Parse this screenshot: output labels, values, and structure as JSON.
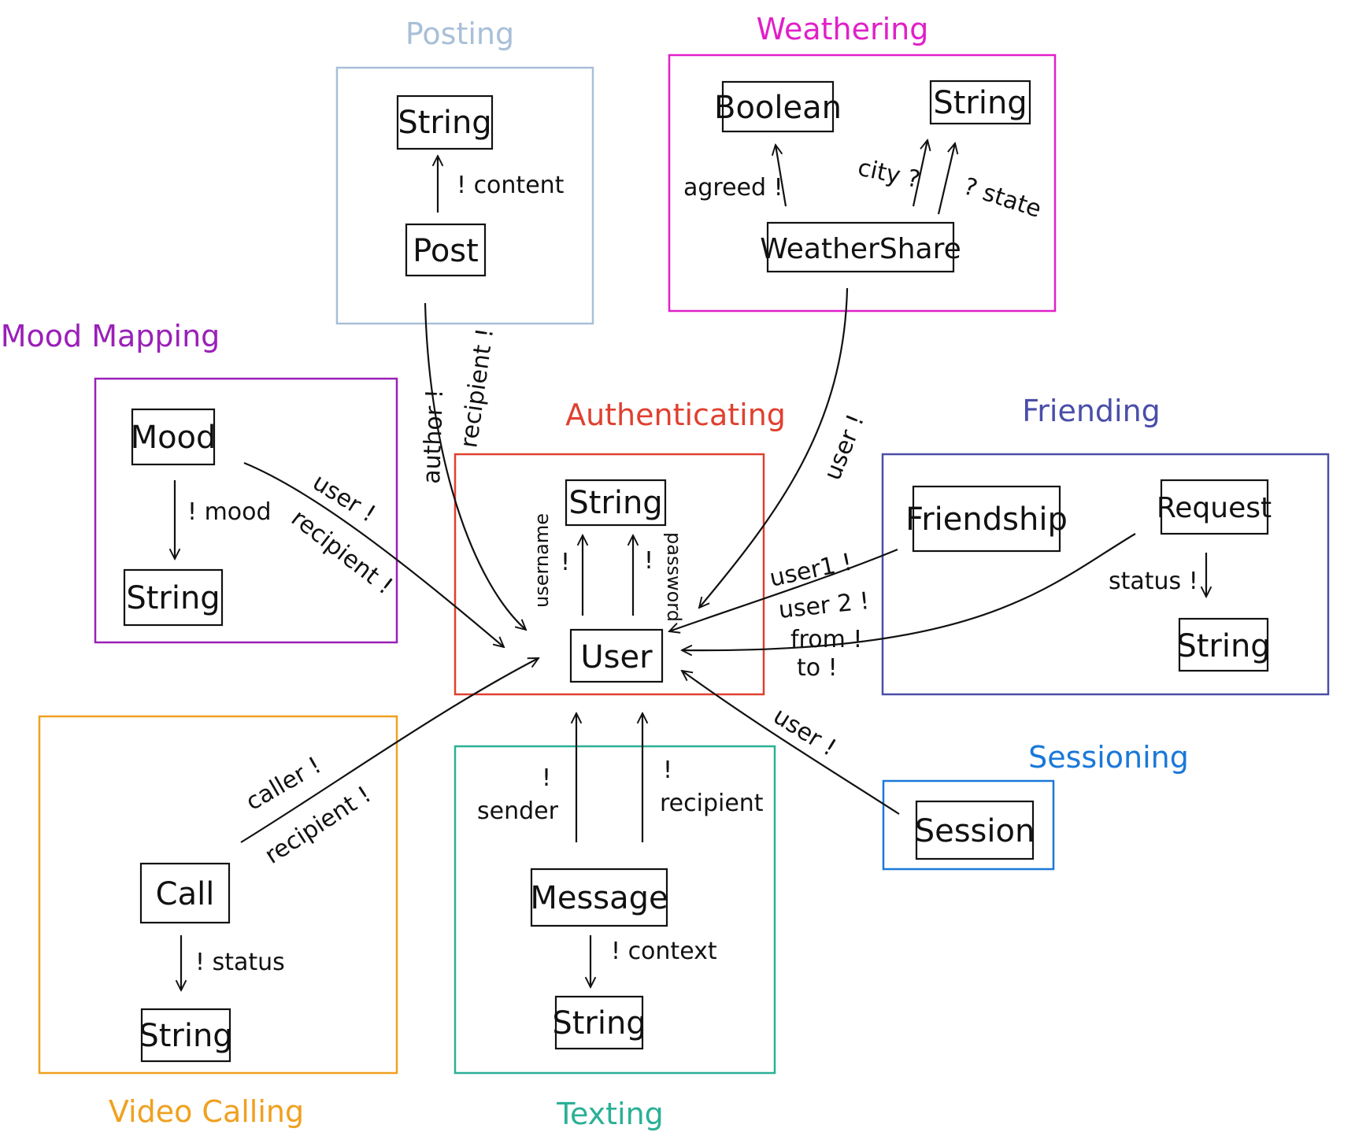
{
  "colors": {
    "posting": "#a8bfd8",
    "weathering": "#e020c8",
    "mood_mapping": "#9a20b8",
    "authenticating": "#e04030",
    "friending": "#4a4ea8",
    "sessioning": "#1a78d8",
    "video_calling": "#f0a020",
    "texting": "#2ab096",
    "ink": "#111111"
  },
  "regions": {
    "posting": "Posting",
    "weathering": "Weathering",
    "mood_mapping": "Mood Mapping",
    "authenticating": "Authenticating",
    "friending": "Friending",
    "sessioning": "Sessioning",
    "video_calling": "Video Calling",
    "texting": "Texting"
  },
  "nodes": {
    "posting_string": "String",
    "post": "Post",
    "boolean": "Boolean",
    "weathering_string": "String",
    "weathershare": "WeatherShare",
    "mood": "Mood",
    "mood_string": "String",
    "auth_string": "String",
    "user": "User",
    "friendship": "Friendship",
    "request": "Request",
    "friending_string": "String",
    "session": "Session",
    "call": "Call",
    "call_string": "String",
    "message": "Message",
    "message_string": "String"
  },
  "edges": {
    "content": "! content",
    "agreed": "agreed !",
    "city": "city ?",
    "state": "? state",
    "author": "author !",
    "post_recipient": "recipient !",
    "weather_user": "user !",
    "mood_field": "! mood",
    "mood_user": "user !",
    "mood_recipient": "recipient !",
    "username": "username",
    "username_bang": "!",
    "password": "password",
    "password_bang": "!",
    "user1": "user1 !",
    "user2": "user 2 !",
    "from": "from !",
    "to": "to !",
    "status_request": "status !",
    "session_user": "user !",
    "caller": "caller !",
    "call_recipient": "recipient !",
    "call_status": "! status",
    "sender_bang": "!",
    "sender": "sender",
    "msg_recipient_bang": "!",
    "msg_recipient": "recipient",
    "context": "! context"
  }
}
